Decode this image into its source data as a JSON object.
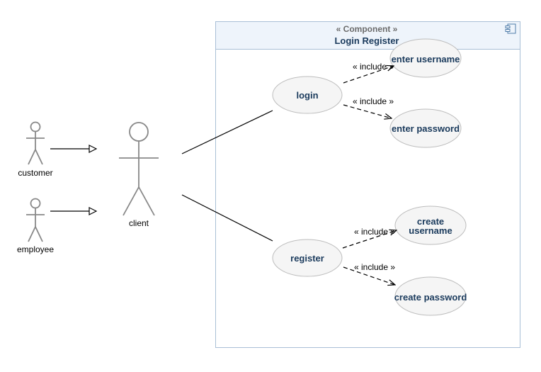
{
  "actors": {
    "customer": "customer",
    "employee": "employee",
    "client": "client"
  },
  "component": {
    "stereotype": "« Component »",
    "name": "Login Register",
    "icon": "component-icon"
  },
  "use_cases": {
    "login": "login",
    "enter_username": "enter username",
    "enter_password": "enter password",
    "register": "register",
    "create_username_line1": "create",
    "create_username_line2": "username",
    "create_password": "create password"
  },
  "relations": {
    "include_label": "« include »"
  },
  "colors": {
    "component_header": "#eef4fb",
    "component_border": "#a9bfd6",
    "title_text": "#1a3a5c",
    "actor_stroke": "#888888"
  }
}
